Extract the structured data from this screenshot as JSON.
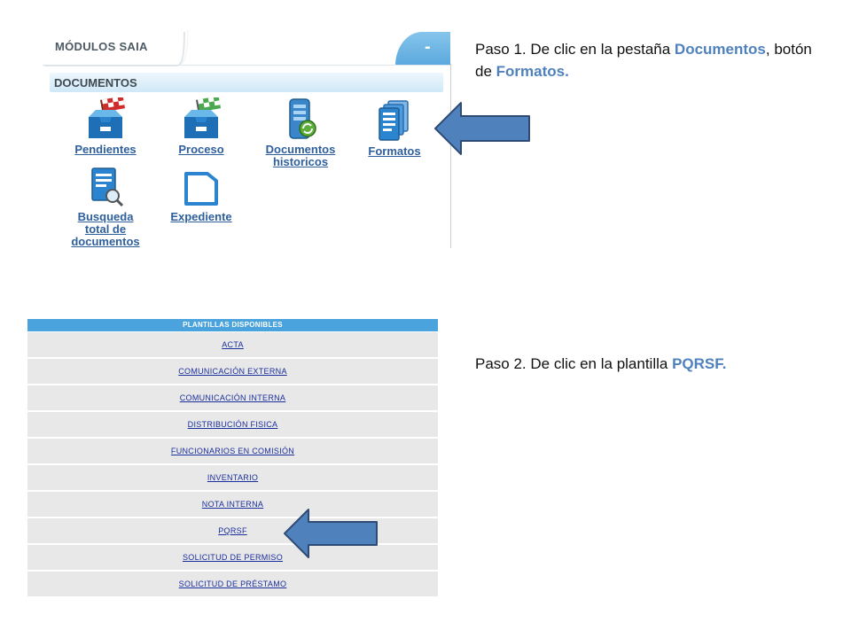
{
  "modulos": {
    "title": "MÓDULOS SAIA",
    "collapse_label": "-",
    "section_label": "DOCUMENTOS",
    "items": [
      {
        "label_lines": [
          "Pendientes"
        ],
        "icon": "inbox-flag-icon"
      },
      {
        "label_lines": [
          "Proceso"
        ],
        "icon": "inbox-checkered-flag-icon"
      },
      {
        "label_lines": [
          "Documentos",
          "historicos"
        ],
        "icon": "server-refresh-icon"
      },
      {
        "label_lines": [
          "Formatos"
        ],
        "icon": "forms-stack-icon"
      },
      {
        "label_lines": [
          "Busqueda",
          "total de",
          "documentos"
        ],
        "icon": "document-search-icon"
      },
      {
        "label_lines": [
          "Expediente"
        ],
        "icon": "folder-square-icon"
      }
    ]
  },
  "step1": {
    "prefix": "Paso 1. De clic en la pestaña ",
    "highlight1": "Documentos",
    "middle": ", botón de ",
    "highlight2": "Formatos."
  },
  "step2": {
    "prefix": "Paso 2. De clic en la plantilla ",
    "highlight": "PQRSF."
  },
  "plantillas": {
    "header": "PLANTILLAS DISPONIBLES",
    "rows": [
      "ACTA",
      "COMUNICACIÓN EXTERNA",
      "COMUNICACIÓN INTERNA",
      "DISTRIBUCIÓN FISICA",
      "FUNCIONARIOS EN COMISIÓN",
      "INVENTARIO",
      "NOTA INTERNA",
      "PQRSF",
      "SOLICITUD DE PERMISO",
      "SOLICITUD DE PRÉSTAMO"
    ]
  },
  "colors": {
    "accent_text": "#4f81bd",
    "arrow_fill": "#4f81bd",
    "arrow_stroke": "#2f4b73",
    "header_blue": "#4aa3dc"
  }
}
